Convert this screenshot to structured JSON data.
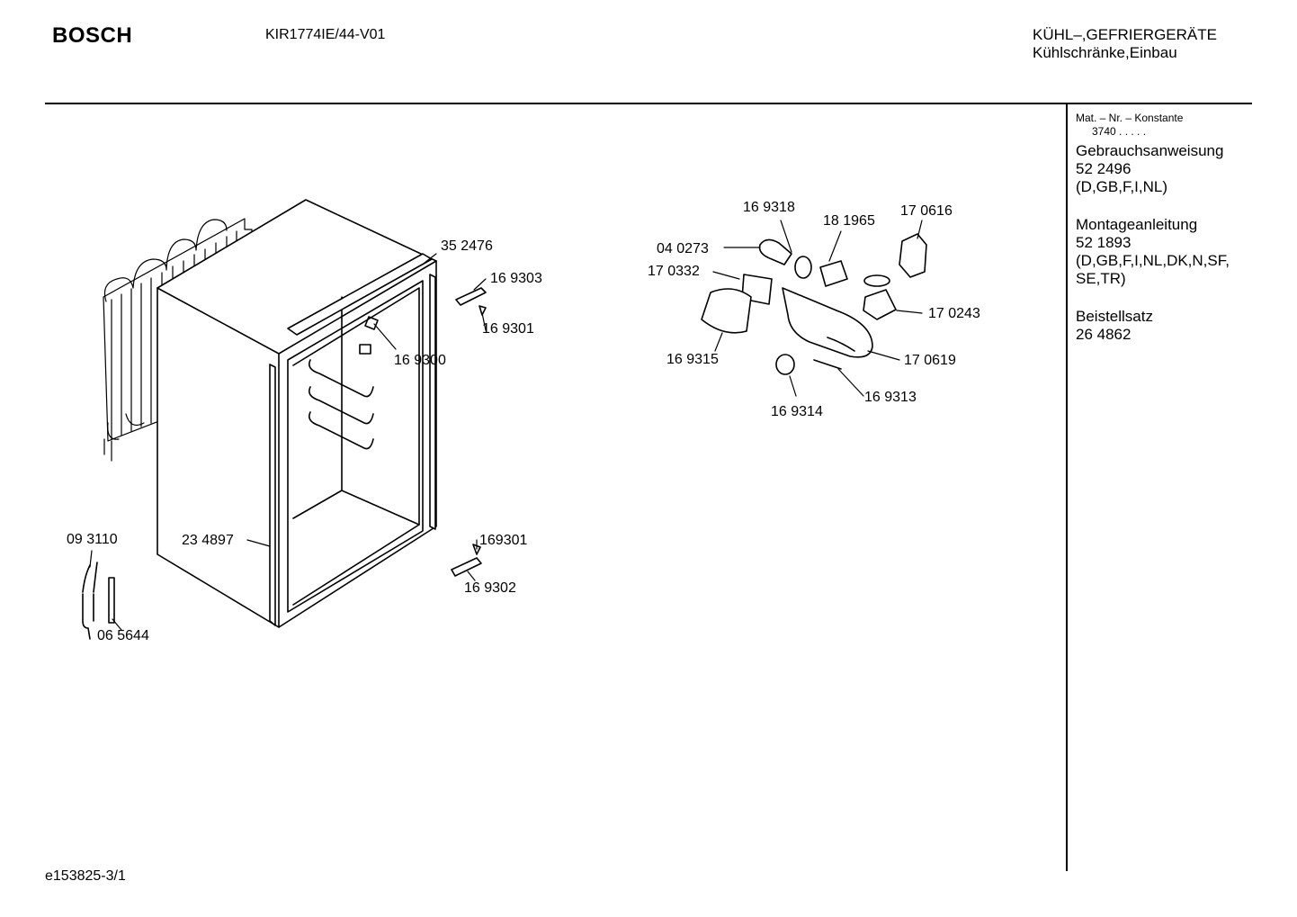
{
  "header": {
    "brand": "BOSCH",
    "model": "KIR1774IE/44-V01",
    "category_line1": "KÜHL–,GEFRIERGERÄTE",
    "category_line2": "Kühlschränke,Einbau"
  },
  "sidebar": {
    "mat_label": "Mat. – Nr. – Konstante",
    "mat_value": "3740 .  .  .  .  .",
    "docs": [
      {
        "title": "Gebrauchsanweisung",
        "number": "52 2496",
        "langs": "(D,GB,F,I,NL)"
      },
      {
        "title": "Montageanleitung",
        "number": "52 1893",
        "langs": "(D,GB,F,I,NL,DK,N,SF,",
        "langs2": "SE,TR)"
      },
      {
        "title": "Beistellsatz",
        "number": "26 4862"
      }
    ]
  },
  "parts": [
    "35 2476",
    "16 9303",
    "16 9301",
    "16 9300",
    "23 4897",
    "169301",
    "16 9302",
    "09 3110",
    "06 5644",
    "16 9318",
    "18 1965",
    "17 0616",
    "04 0273",
    "17 0332",
    "17 0243",
    "16 9315",
    "17 0619",
    "16 9314",
    "16 9313"
  ],
  "footer": {
    "code": "e153825-3/1"
  }
}
